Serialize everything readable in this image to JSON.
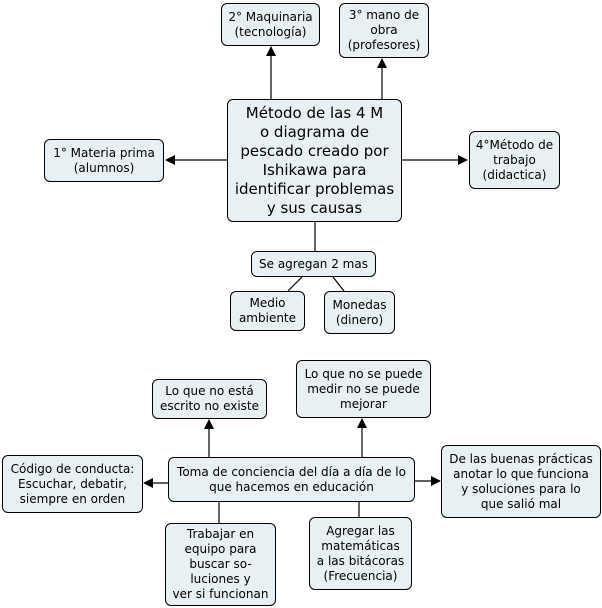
{
  "colors": {
    "node_fill": "#e8f0f3",
    "border": "#000000",
    "line": "#000000"
  },
  "map1": {
    "center": "Método de las 4 M\no diagrama de\npescado creado por\nIshikawa para\nidentificar problemas\ny sus causas",
    "maquinaria": "2° Maquinaria\n(tecnología)",
    "mano_obra": "3° mano de\nobra\n(profesores)",
    "materia_prima": "1° Materia prima\n(alumnos)",
    "metodo_trabajo": "4°Método de\ntrabajo\n(didactica)",
    "agregan": "Se agregan 2 mas",
    "medio_ambiente": "Medio\nambiente",
    "monedas": "Monedas\n(dinero)"
  },
  "map2": {
    "center": "Toma de conciencia del día a día de lo\nque hacemos en educación",
    "no_escrito": "Lo que no está\nescrito no existe",
    "no_medir": "Lo que no se puede\nmedir no se puede\nmejorar",
    "codigo": "Código de conducta:\nEscuchar, debatir,\nsiempre en orden",
    "buenas_practicas": "De las buenas prácticas\nanotar lo que funciona\ny soluciones para lo\nque salió mal",
    "trabajar_equipo": "Trabajar en\nequipo para\nbuscar so-\nluciones y\nver si funcionan",
    "matematicas": "Agregar las\nmatemáticas\na las bitácoras\n(Frecuencia)"
  }
}
